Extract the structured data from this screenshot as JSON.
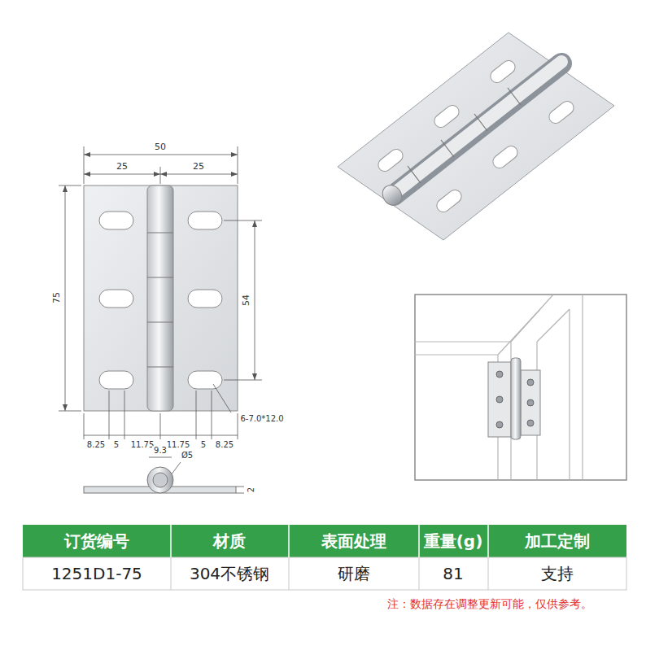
{
  "diagram": {
    "labels": [
      "50",
      "25",
      "25",
      "75",
      "54",
      "8.25",
      "5",
      "11.75",
      "11.75",
      "5",
      "8.25",
      "6-7.0*12.0",
      "9.3",
      "Ø5",
      "2",
      "订货编号",
      "材质",
      "表面处理",
      "重量(g)",
      "加工定制",
      "1251D1-75",
      "304不锈钢",
      "研磨",
      "81",
      "支持",
      "注：数据存在调整更新可能，仅供参考。"
    ]
  }
}
